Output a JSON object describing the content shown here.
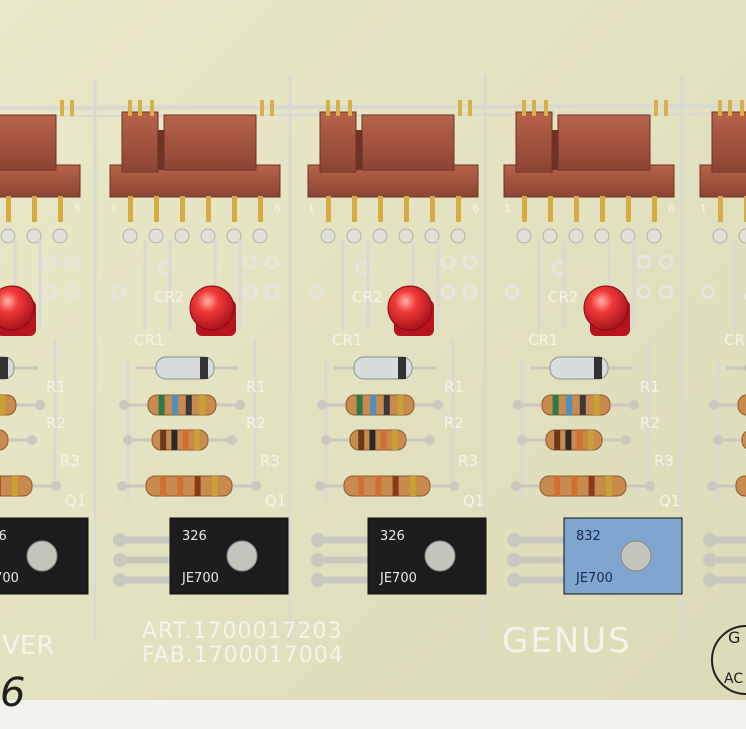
{
  "board": {
    "art_number": "ART.1700017203",
    "fab_number": "FAB.1700017004",
    "brand": "GENUS",
    "left_fragment": "VER",
    "handwritten_mark": "6",
    "right_fragment_top": "G",
    "right_fragment_bottom": "AC"
  },
  "labels": {
    "cr1": "CR1",
    "cr2": "CR2",
    "r1": "R1",
    "r2": "R2",
    "r3": "R3",
    "q1": "Q1",
    "pin_first": "1",
    "pin_last": "6"
  },
  "transistors": [
    {
      "marking_top": "326",
      "marking_bottom": "JE700",
      "color": "#1d1d1d"
    },
    {
      "marking_top": "326",
      "marking_bottom": "JE700",
      "color": "#1d1d1d"
    },
    {
      "marking_top": "832",
      "marking_bottom": "JE700",
      "color": "#7fa6cf"
    }
  ],
  "colors": {
    "board": "#e4e3c2",
    "trace": "#d9dad0",
    "connector": "#a4533e",
    "led": "#e8232b",
    "gold": "#c9a032"
  }
}
